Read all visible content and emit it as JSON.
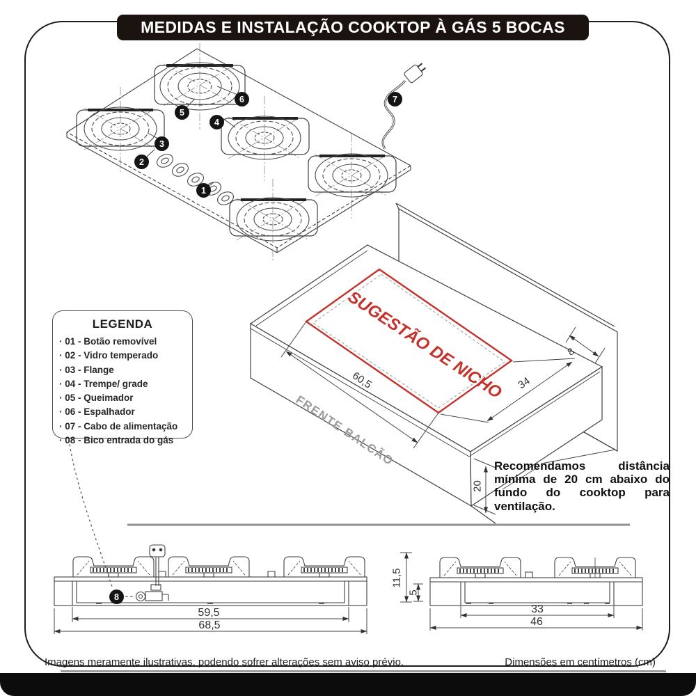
{
  "title": "MEDIDAS E INSTALAÇÃO COOKTOP À GÁS 5 BOCAS",
  "colors": {
    "accent_red": "#c5322b",
    "line_gray": "#3f3f3f",
    "muted_gray": "#9b9b9b"
  },
  "legend": {
    "title": "LEGENDA",
    "items": [
      {
        "text": "· 01 - Botão removível"
      },
      {
        "text": "· 02 - Vidro temperado"
      },
      {
        "text": "· 03 - Flange"
      },
      {
        "text": "· 04 - Trempe/ grade"
      },
      {
        "text": "· 05 - Queimador"
      },
      {
        "text": "· 06 - Espalhador"
      },
      {
        "text": "· 07 - Cabo de alimentação"
      },
      {
        "text": "· 08 - Bico entrada do gás"
      }
    ]
  },
  "callouts": {
    "c1": "1",
    "c2": "2",
    "c3": "3",
    "c4": "4",
    "c5": "5",
    "c6": "6",
    "c7": "7",
    "c8": "8"
  },
  "niche": {
    "label": "SUGESTÃO DE NICHO",
    "width_cm": "60,5",
    "depth_cm": "34",
    "back_offset_cm": "8",
    "clearance_below_cm": "20",
    "front_label": "FRENTE BALCÃO"
  },
  "recommendation": "Recomendamos distância mínima de 20 cm abaixo do fundo do cooktop para ventilação.",
  "front_view": {
    "cutout_width_cm": "59,5",
    "total_width_cm": "68,5"
  },
  "side_view": {
    "height_cm": "11,5",
    "below_counter_cm": "5",
    "cutout_depth_cm": "33",
    "total_depth_cm": "46"
  },
  "footer": {
    "left": "Imagens meramente ilustrativas, podendo sofrer alterações sem aviso prévio.",
    "right": "Dimensões em centímetros (cm)"
  }
}
